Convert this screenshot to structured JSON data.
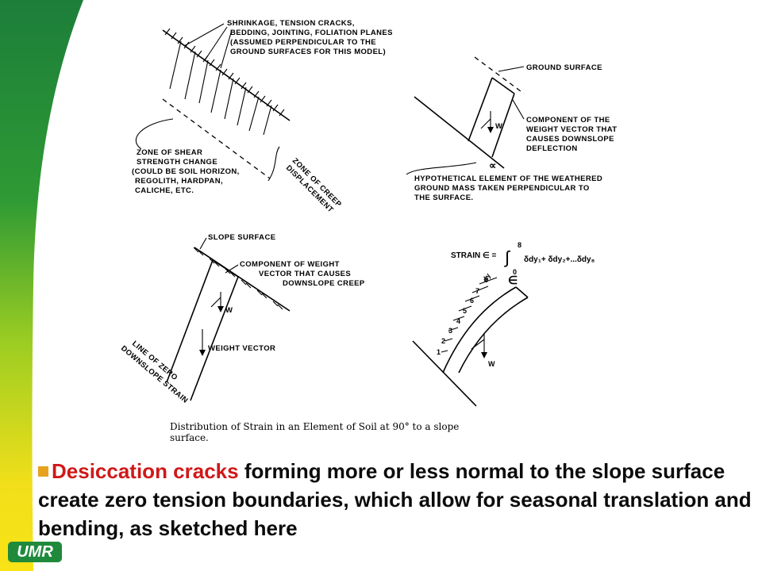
{
  "colors": {
    "accent": "#d01818",
    "green": "#1f8a3c",
    "yellow": "#f2df1a",
    "bullet": "#e6a21c"
  },
  "diagram": {
    "a": {
      "cracks_l1": "SHRINKAGE, TENSION CRACKS,",
      "cracks_l2": "BEDDING, JOINTING, FOLIATION PLANES",
      "cracks_l3": "(ASSUMED PERPENDICULAR TO THE",
      "cracks_l4": "GROUND SURFACES FOR THIS MODEL)",
      "shear_l1": "ZONE OF SHEAR",
      "shear_l2": "STRENGTH CHANGE",
      "shear_l3": "(COULD BE SOIL HORIZON,",
      "shear_l4": "REGOLITH, HARDPAN,",
      "shear_l5": "CALICHE, ETC.",
      "creep_l1": "ZONE OF CREEP",
      "creep_l2": "DISPLACEMENT"
    },
    "b": {
      "ground": "GROUND SURFACE",
      "comp_l1": "COMPONENT OF THE",
      "comp_l2": "WEIGHT VECTOR THAT",
      "comp_l3": "CAUSES DOWNSLOPE",
      "comp_l4": "DEFLECTION",
      "w": "W",
      "alpha": "∝",
      "hyp_l1": "HYPOTHETICAL ELEMENT OF THE WEATHERED",
      "hyp_l2": "GROUND MASS TAKEN PERPENDICULAR TO",
      "hyp_l3": "THE SURFACE."
    },
    "c": {
      "slope": "SLOPE SURFACE",
      "comp_l1": "COMPONENT OF WEIGHT",
      "comp_l2": "VECTOR THAT CAUSES",
      "comp_l3": "DOWNSLOPE CREEP",
      "w": "W",
      "weight": "WEIGHT VECTOR",
      "zero_l1": "LINE OF ZERO",
      "zero_l2": "DOWNSLOPE STRAIN"
    },
    "d": {
      "strain": "STRAIN ∈ =",
      "upper": "8",
      "lower": "0",
      "terms": "δdy₁+ δdy₂+...δdy₈",
      "dy": "dy",
      "eps": "∈",
      "w": "W",
      "n1": "1",
      "n2": "2",
      "n3": "3",
      "n4": "4",
      "n5": "5",
      "n6": "6",
      "n7": "7",
      "n8": "8"
    },
    "caption_l1": "Distribution of Strain in an Element of Soil at 90° to a slope",
    "caption_l2": "surface."
  },
  "body": {
    "highlight": "Desiccation cracks",
    "text": " forming more or less normal to the slope surface create zero tension boundaries, which  allow for seasonal translation and bending, as sketched here"
  },
  "logo": "UMR"
}
